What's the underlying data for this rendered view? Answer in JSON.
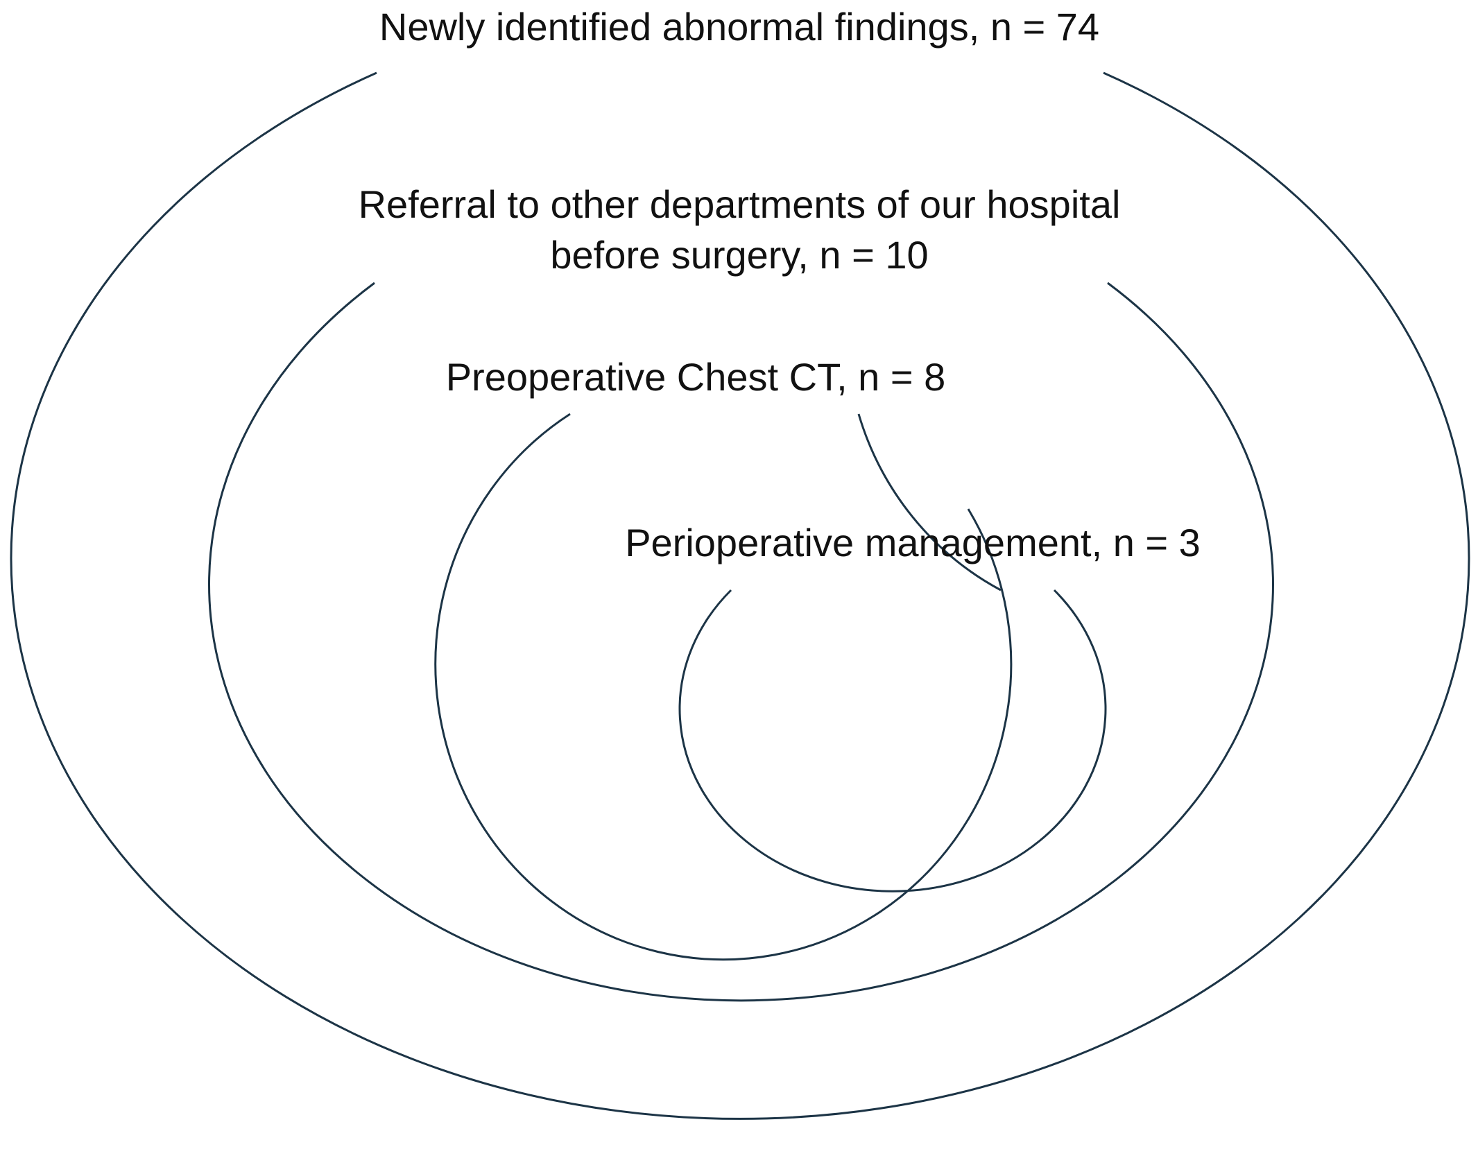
{
  "diagram": {
    "stroke_color": "#1c3446",
    "text_color": "#111111",
    "sets": [
      {
        "id": "abnormal",
        "lines": [
          "Newly identified abnormal findings, n = 74"
        ]
      },
      {
        "id": "referral",
        "lines": [
          "Referral to other departments of our hospital",
          "before surgery, n = 10"
        ]
      },
      {
        "id": "chest-ct",
        "lines": [
          "Preoperative Chest CT, n = 8"
        ]
      },
      {
        "id": "periop",
        "lines": [
          "Perioperative management, n = 3"
        ]
      }
    ]
  }
}
